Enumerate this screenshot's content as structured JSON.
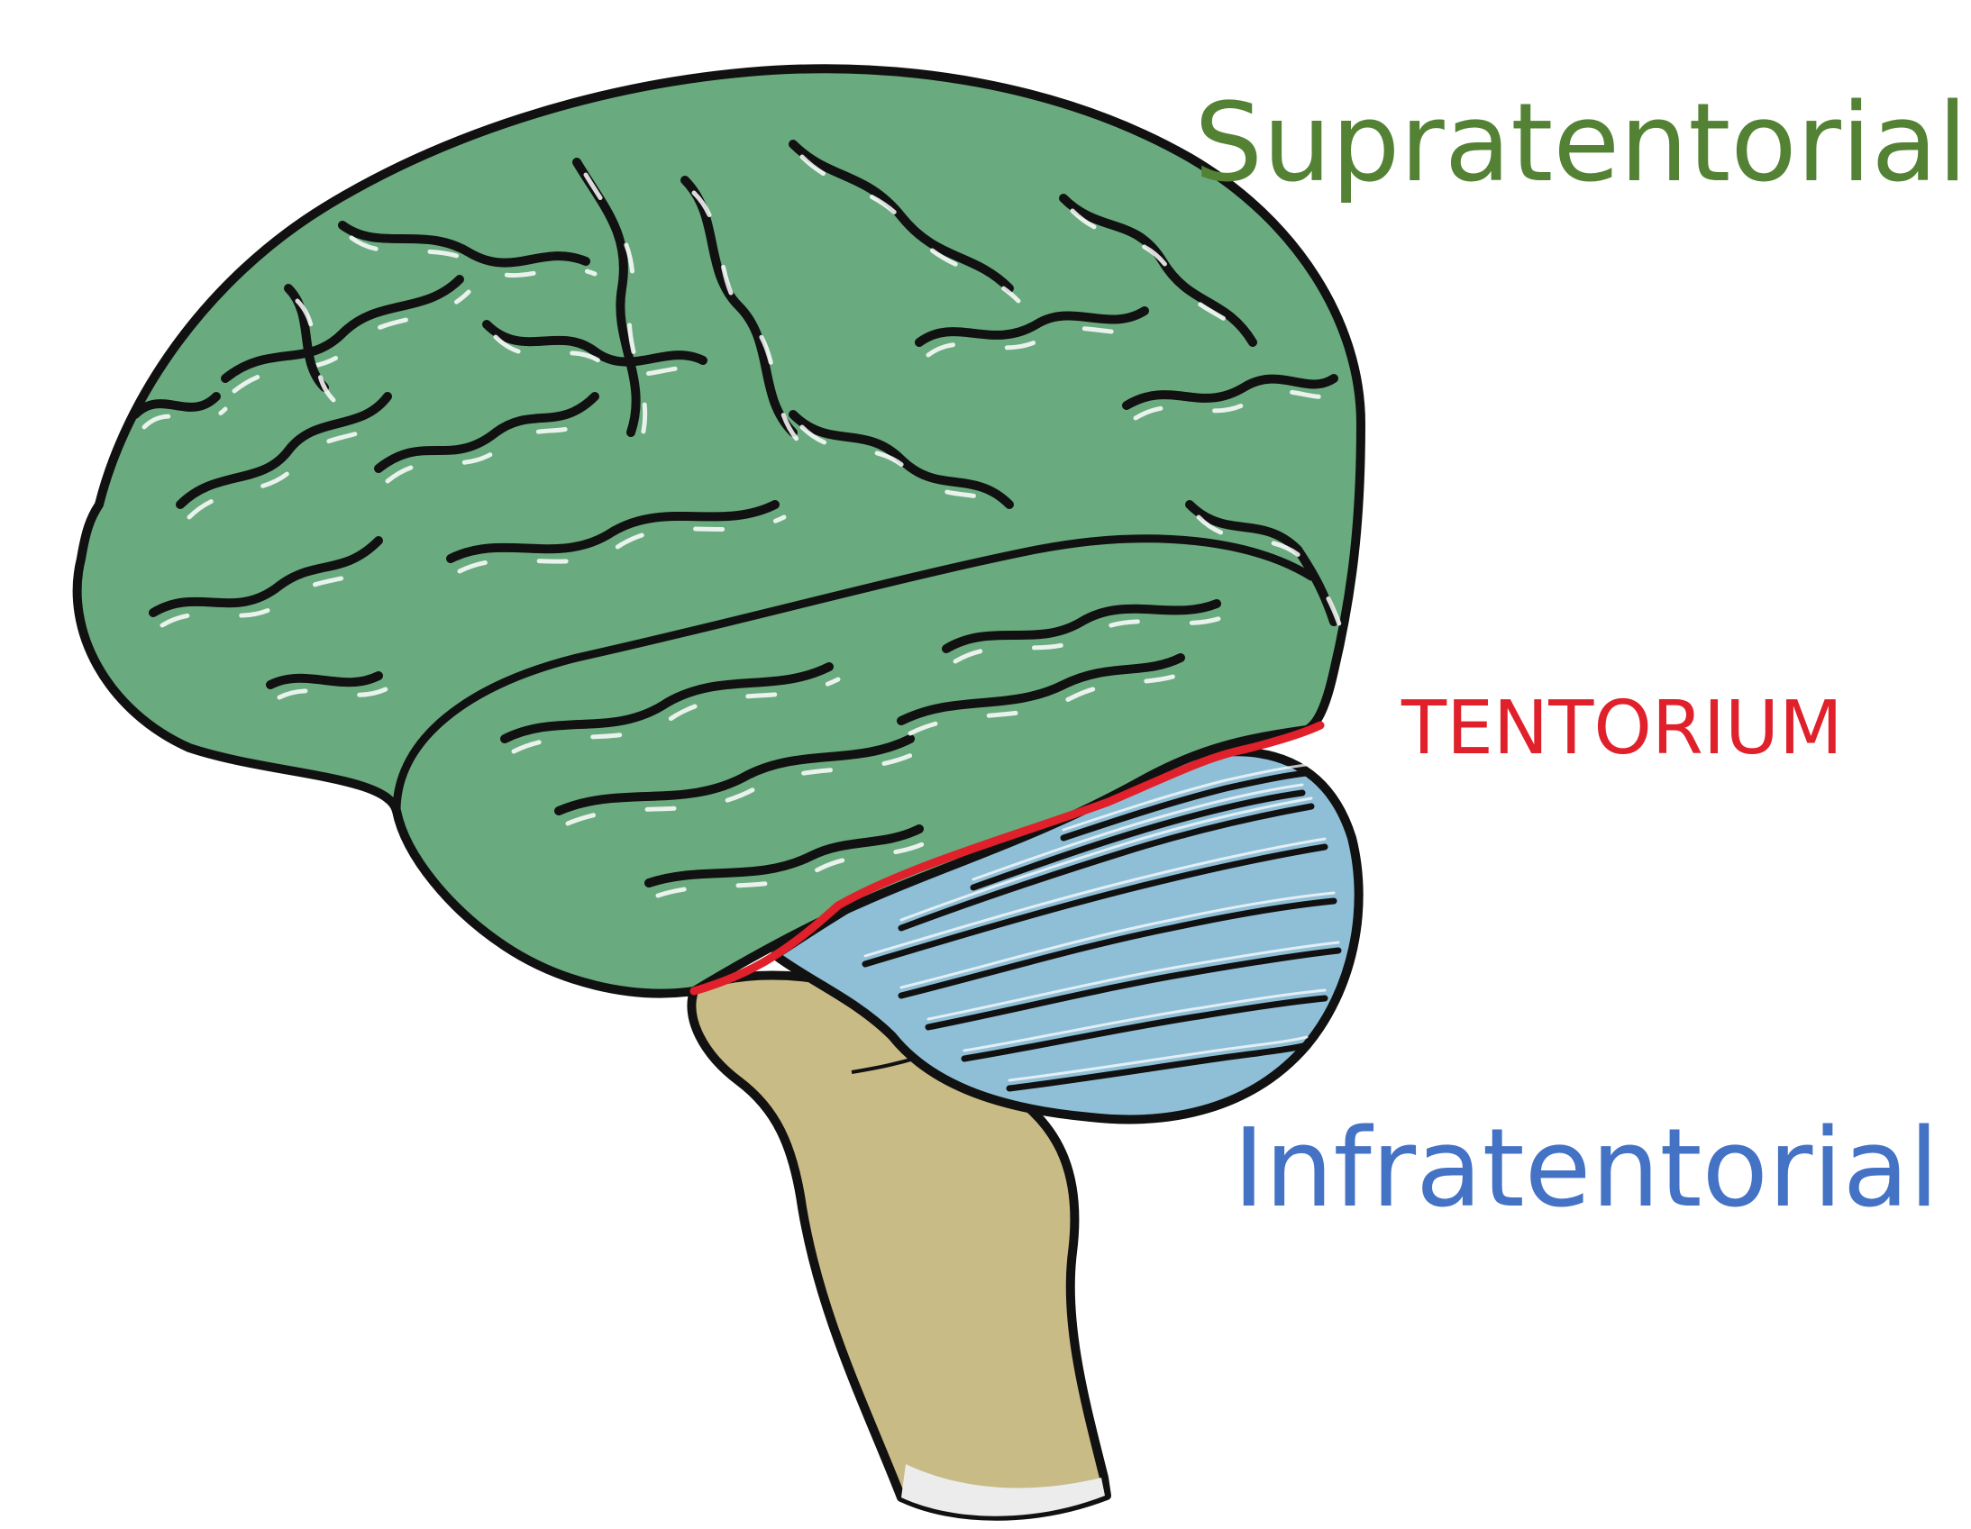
{
  "labels": {
    "supratentorial": "Supratentorial",
    "tentorium": "TENTORIUM",
    "infratentorial": "Infratentorial"
  },
  "colors": {
    "supratentorial_text": "#548235",
    "tentorium_text": "#e0202a",
    "infratentorial_text": "#4472c4",
    "cerebrum_fill": "#6aaa7f",
    "cerebellum_fill": "#8fbfd6",
    "brainstem_fill": "#c9bb86",
    "outline": "#111111",
    "tentorium_line": "#e0202a",
    "highlight": "#ffffff"
  },
  "icons": {
    "cerebrum": "cerebrum-shape",
    "cerebellum": "cerebellum-shape",
    "brainstem": "brainstem-shape"
  }
}
